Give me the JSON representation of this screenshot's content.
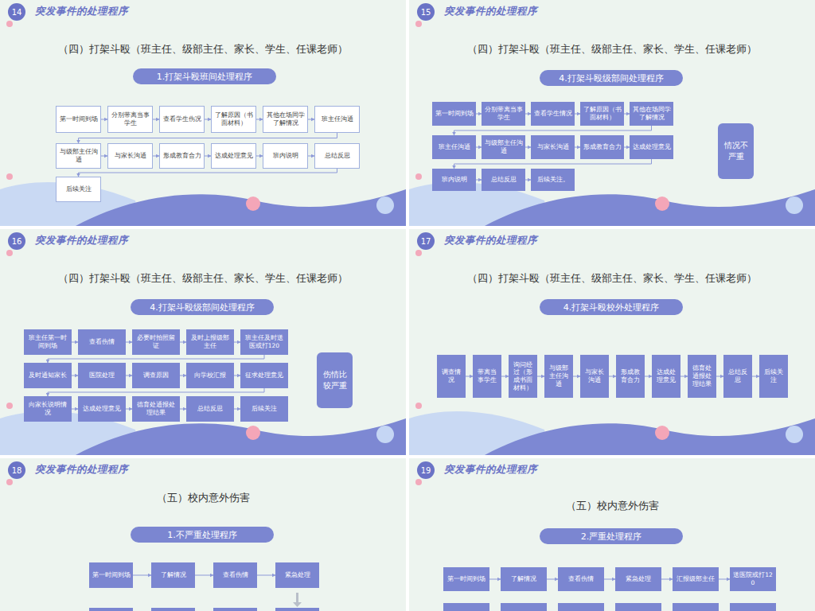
{
  "diagram": {
    "nodes": [
      {
        "text": [
          "突发事件的处理程序",
          "（四）打架斗殴（班主任、级部主任、家长、学生、任课老师）"
        ]
      },
      {
        "text": [
          "14"
        ],
        "in": 0
      },
      {
        "text": [
          "1.打架斗殴班间处理程序"
        ],
        "in": 0
      },
      {
        "text": [
          "第一时间到场"
        ],
        "in": 0
      },
      {
        "text": [
          "分别带离当事学生"
        ],
        "in": 0
      },
      {
        "text": [
          "查看学生伤况"
        ],
        "in": 0
      },
      {
        "text": [
          "了解原因（书面材料）"
        ],
        "in": 0
      },
      {
        "text": [
          "其他在场同学了解情况"
        ],
        "in": 0
      },
      {
        "text": [
          "班主任沟通"
        ],
        "in": 0
      },
      {
        "text": [
          "与级部主任沟通"
        ],
        "in": 0
      },
      {
        "text": [
          "与家长沟通"
        ],
        "in": 0
      },
      {
        "text": [
          "形成教育合力"
        ],
        "in": 0
      },
      {
        "text": [
          "达成处理意见"
        ],
        "in": 0
      },
      {
        "text": [
          "班内说明"
        ],
        "in": 0
      },
      {
        "text": [
          "总结反思"
        ],
        "in": 0
      },
      {
        "text": [
          "后续关注"
        ],
        "in": 0
      },
      {
        "text": [
          "突发事件的处理程序",
          "（四）打架斗殴（班主任、级部主任、家长、学生、任课老师）"
        ]
      },
      {
        "text": [
          "15"
        ],
        "in": 16
      },
      {
        "text": [
          "4.打架斗殴级部间处理程序"
        ],
        "in": 16
      },
      {
        "text": [
          "第一时间到场"
        ],
        "in": 16
      },
      {
        "text": [
          "分别带离当事学生"
        ],
        "in": 16
      },
      {
        "text": [
          "查看学生情况"
        ],
        "in": 16
      },
      {
        "text": [
          "了解原因（书面材料）"
        ],
        "in": 16
      },
      {
        "text": [
          "其他在场同学了解情况"
        ],
        "in": 16
      },
      {
        "text": [
          "班主任沟通"
        ],
        "in": 16
      },
      {
        "text": [
          "与级部主任沟通"
        ],
        "in": 16
      },
      {
        "text": [
          "与家长沟通"
        ],
        "in": 16
      },
      {
        "text": [
          "形成教育合力"
        ],
        "in": 16
      },
      {
        "text": [
          "达成处理意见"
        ],
        "in": 16
      },
      {
        "text": [
          "班内说明"
        ],
        "in": 16
      },
      {
        "text": [
          "总结反思"
        ],
        "in": 16
      },
      {
        "text": [
          "后续关注。"
        ],
        "in": 16
      },
      {
        "text": [
          "情况不严重"
        ],
        "in": 16
      },
      {
        "text": [
          "突发事件的处理程序",
          "（四）打架斗殴（班主任、级部主任、家长、学生、任课老师）"
        ]
      },
      {
        "text": [
          "16"
        ],
        "in": 33
      },
      {
        "text": [
          "4.打架斗殴级部间处理程序"
        ],
        "in": 33
      },
      {
        "text": [
          "班主任第一时间到场"
        ],
        "in": 33
      },
      {
        "text": [
          "查看伤情"
        ],
        "in": 33
      },
      {
        "text": [
          "必要时拍照留证"
        ],
        "in": 33
      },
      {
        "text": [
          "及时上报级部主任"
        ],
        "in": 33
      },
      {
        "text": [
          "班主任及时送医或打120"
        ],
        "in": 33
      },
      {
        "text": [
          "及时通知家长"
        ],
        "in": 33
      },
      {
        "text": [
          "医院处理"
        ],
        "in": 33
      },
      {
        "text": [
          "调查原因"
        ],
        "in": 33
      },
      {
        "text": [
          "向学校汇报"
        ],
        "in": 33
      },
      {
        "text": [
          "征求处理意见"
        ],
        "in": 33
      },
      {
        "text": [
          "向家长说明情况"
        ],
        "in": 33
      },
      {
        "text": [
          "达成处理意见"
        ],
        "in": 33
      },
      {
        "text": [
          "德育处通报处理结果"
        ],
        "in": 33
      },
      {
        "text": [
          "总结反思"
        ],
        "in": 33
      },
      {
        "text": [
          "后续关注"
        ],
        "in": 33
      },
      {
        "text": [
          "伤情比较严重"
        ],
        "in": 33
      },
      {
        "text": [
          "突发事件的处理程序",
          "（四）打架斗殴（班主任、级部主任、家长、学生、任课老师）"
        ]
      },
      {
        "text": [
          "17"
        ],
        "in": 52
      },
      {
        "text": [
          "4.打架斗殴校外处理程序"
        ],
        "in": 52
      },
      {
        "text": [
          "调查情况"
        ],
        "in": 52
      },
      {
        "text": [
          "带离当事学生"
        ],
        "in": 52
      },
      {
        "text": [
          "询问经过（形成书面材料）"
        ],
        "in": 52
      },
      {
        "text": [
          "与级部主任沟通"
        ],
        "in": 52
      },
      {
        "text": [
          "与家长沟通"
        ],
        "in": 52
      },
      {
        "text": [
          "形成教育合力"
        ],
        "in": 52
      },
      {
        "text": [
          "达成处理意见"
        ],
        "in": 52
      },
      {
        "text": [
          "德育处通报处理结果"
        ],
        "in": 52
      },
      {
        "text": [
          "总结反思"
        ],
        "in": 52
      },
      {
        "text": [
          "后续关注"
        ],
        "in": 52
      },
      {
        "text": [
          "突发事件的处理程序",
          "（五）校内意外伤害"
        ]
      },
      {
        "text": [
          "18"
        ],
        "in": 65
      },
      {
        "text": [
          "1.不严重处理程序"
        ],
        "in": 65
      },
      {
        "text": [
          "第一时间到场"
        ],
        "in": 65
      },
      {
        "text": [
          "了解情况"
        ],
        "in": 65
      },
      {
        "text": [
          "查看伤情"
        ],
        "in": 65
      },
      {
        "text": [
          "紧急处理"
        ],
        "in": 65
      },
      {
        "text": [
          "突发事件的处理程序",
          "（五）校内意外伤害"
        ]
      },
      {
        "text": [
          "19"
        ],
        "in": 72
      },
      {
        "text": [
          "2.严重处理程序"
        ],
        "in": 72
      },
      {
        "text": [
          "第一时间到场"
        ],
        "in": 72
      },
      {
        "text": [
          "了解情况"
        ],
        "in": 72
      },
      {
        "text": [
          "查看伤情"
        ],
        "in": 72
      },
      {
        "text": [
          "紧急处理"
        ],
        "in": 72
      },
      {
        "text": [
          "汇报级部主任"
        ],
        "in": 72
      },
      {
        "text": [
          "送医院或打120"
        ],
        "in": 72
      }
    ],
    "edges": [
      {
        "from": 3,
        "to": 4,
        "arrow": "to"
      },
      {
        "from": 4,
        "to": 5,
        "arrow": "to"
      },
      {
        "from": 5,
        "to": 6,
        "arrow": "to"
      },
      {
        "from": 6,
        "to": 7,
        "arrow": "to"
      },
      {
        "from": 7,
        "to": 8,
        "arrow": "to"
      },
      {
        "from": 8,
        "to": 9,
        "arrow": "to"
      },
      {
        "from": 9,
        "to": 10,
        "arrow": "to"
      },
      {
        "from": 10,
        "to": 11,
        "arrow": "to"
      },
      {
        "from": 11,
        "to": 12,
        "arrow": "to"
      },
      {
        "from": 12,
        "to": 13,
        "arrow": "to"
      },
      {
        "from": 13,
        "to": 14,
        "arrow": "to"
      },
      {
        "from": 14,
        "to": 15,
        "arrow": "to"
      },
      {
        "from": 19,
        "to": 20,
        "arrow": "to"
      },
      {
        "from": 20,
        "to": 21,
        "arrow": "to"
      },
      {
        "from": 21,
        "to": 22,
        "arrow": "to"
      },
      {
        "from": 22,
        "to": 23,
        "arrow": "to"
      },
      {
        "from": 23,
        "to": 24,
        "arrow": "to"
      },
      {
        "from": 24,
        "to": 25,
        "arrow": "to"
      },
      {
        "from": 25,
        "to": 26,
        "arrow": "to"
      },
      {
        "from": 26,
        "to": 27,
        "arrow": "to"
      },
      {
        "from": 27,
        "to": 28,
        "arrow": "to"
      },
      {
        "from": 28,
        "to": 29,
        "arrow": "to"
      },
      {
        "from": 29,
        "to": 30,
        "arrow": "to"
      },
      {
        "from": 30,
        "to": 31,
        "arrow": "to"
      },
      {
        "from": 36,
        "to": 37,
        "arrow": "to"
      },
      {
        "from": 37,
        "to": 38,
        "arrow": "to"
      },
      {
        "from": 38,
        "to": 39,
        "arrow": "to"
      },
      {
        "from": 39,
        "to": 40,
        "arrow": "to"
      },
      {
        "from": 40,
        "to": 41,
        "arrow": "to"
      },
      {
        "from": 41,
        "to": 42,
        "arrow": "to"
      },
      {
        "from": 42,
        "to": 43,
        "arrow": "to"
      },
      {
        "from": 43,
        "to": 44,
        "arrow": "to"
      },
      {
        "from": 44,
        "to": 45,
        "arrow": "to"
      },
      {
        "from": 45,
        "to": 46,
        "arrow": "to"
      },
      {
        "from": 46,
        "to": 47,
        "arrow": "to"
      },
      {
        "from": 47,
        "to": 48,
        "arrow": "to"
      },
      {
        "from": 48,
        "to": 49,
        "arrow": "to"
      },
      {
        "from": 49,
        "to": 50,
        "arrow": "to"
      },
      {
        "from": 55,
        "to": 56,
        "arrow": "to"
      },
      {
        "from": 56,
        "to": 57,
        "arrow": "to"
      },
      {
        "from": 57,
        "to": 58,
        "arrow": "to"
      },
      {
        "from": 58,
        "to": 59,
        "arrow": "to"
      },
      {
        "from": 59,
        "to": 60,
        "arrow": "to"
      },
      {
        "from": 60,
        "to": 61,
        "arrow": "to"
      },
      {
        "from": 61,
        "to": 62,
        "arrow": "to"
      },
      {
        "from": 62,
        "to": 63,
        "arrow": "to"
      },
      {
        "from": 63,
        "to": 64,
        "arrow": "to"
      },
      {
        "from": 68,
        "to": 69,
        "arrow": "to"
      },
      {
        "from": 69,
        "to": 70,
        "arrow": "to"
      },
      {
        "from": 70,
        "to": 71,
        "arrow": "to"
      },
      {
        "from": 75,
        "to": 76,
        "arrow": "to"
      },
      {
        "from": 76,
        "to": 77,
        "arrow": "to"
      },
      {
        "from": 77,
        "to": 78,
        "arrow": "to"
      },
      {
        "from": 78,
        "to": 79,
        "arrow": "to"
      },
      {
        "from": 79,
        "to": 80,
        "arrow": "to"
      }
    ]
  }
}
